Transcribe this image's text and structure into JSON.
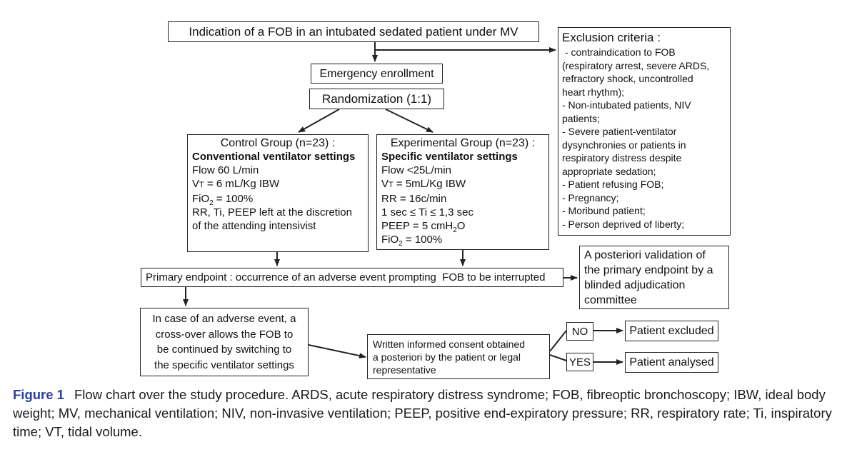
{
  "boxes": {
    "indication": "Indication of a FOB in an intubated sedated patient under MV",
    "emergency": "Emergency enrollment",
    "randomization": "Randomization (1:1)",
    "control": {
      "title": "Control Group (n=23) :",
      "heading": "Conventional ventilator settings",
      "lines": [
        "Flow 60 L/min",
        "VT = 6 mL/Kg IBW",
        "FiO2 = 100%",
        "RR, Ti, PEEP left at the discretion",
        "of the attending intensivist"
      ]
    },
    "experimental": {
      "title": "Experimental Group (n=23) :",
      "heading": "Specific ventilator settings",
      "lines": [
        "Flow <25L/min",
        "VT = 5mL/Kg IBW",
        "RR = 16c/min",
        "1 sec ≤ Ti ≤ 1,3 sec",
        "PEEP = 5 cmH2O",
        "FiO2 = 100%"
      ]
    },
    "exclusion": {
      "title": "Exclusion criteria :",
      "lines": [
        " - contraindication to FOB",
        "(respiratory arrest, severe ARDS,",
        "refractory shock, uncontrolled",
        "heart rhythm);",
        "- Non-intubated patients, NIV",
        "patients;",
        "- Severe patient-ventilator",
        "dysynchronies or patients in",
        "respiratory distress despite",
        "appropriate sedation;",
        "- Patient refusing FOB;",
        "- Pregnancy;",
        "- Moribund patient;",
        "- Person deprived of liberty;"
      ]
    },
    "primary": "Primary endpoint : occurrence of an adverse event prompting  FOB to be interrupted",
    "validation": [
      "A posteriori validation of",
      "the primary endpoint by a",
      "blinded adjudication",
      "committee"
    ],
    "adverse": [
      "In case of an adverse event, a",
      "cross-over allows the FOB to",
      "be continued by switching to",
      "the specific ventilator settings"
    ],
    "consent": [
      "Written informed consent obtained",
      "a posteriori by the patient or legal",
      "representative"
    ],
    "no": "NO",
    "yes": "YES",
    "excluded": "Patient excluded",
    "analysed": "Patient analysed"
  },
  "caption": {
    "label": "Figure 1",
    "text": "Flow chart over the study procedure. ARDS, acute respiratory distress syndrome; FOB, fibreoptic bronchoscopy; IBW, ideal body weight; MV, mechanical ventilation; NIV, non-invasive ventilation; PEEP, positive end-expiratory pressure; RR, respiratory rate; Ti, inspiratory time; VT, tidal volume."
  },
  "colors": {
    "caption_label": "#2b3f9e",
    "line": "#222222"
  }
}
